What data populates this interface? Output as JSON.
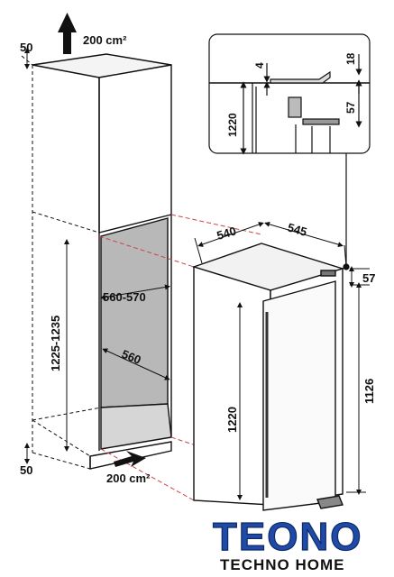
{
  "dimensions": {
    "top_gap": "50",
    "bottom_gap": "50",
    "vent_top": "200 cm²",
    "vent_bottom": "200 cm²",
    "niche_height_range": "1225-1235",
    "niche_width_range": "560-570",
    "niche_depth": "560",
    "appliance_width": "540",
    "appliance_depth": "545",
    "appliance_top": "57",
    "appliance_height": "1126",
    "install_height": "1220",
    "detail_1220": "1220",
    "detail_4": "4",
    "detail_18": "18",
    "detail_57": "57"
  },
  "logo": {
    "name": "TEONO",
    "tagline": "TECHNO HOME"
  },
  "colors": {
    "niche_fill": "#b8b8b8",
    "logo_blue": "#1f4aa8"
  }
}
